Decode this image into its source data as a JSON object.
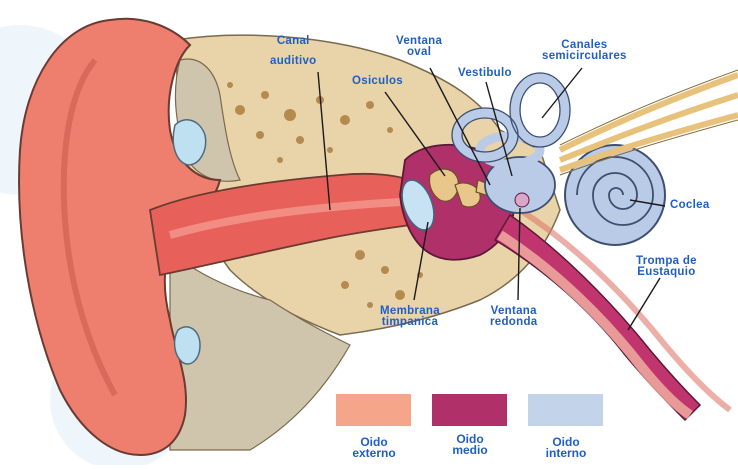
{
  "labels": {
    "canal": [
      "Canal",
      "auditivo"
    ],
    "osiculos": "Osiculos",
    "ventana_oval": [
      "Ventana",
      "oval"
    ],
    "vestibulo": "Vestibulo",
    "canales": [
      "Canales",
      "semicirculares"
    ],
    "coclea": "Coclea",
    "trompa": [
      "Trompa de",
      "Eustaquio"
    ],
    "ventana_redonda": [
      "Ventana",
      "redonda"
    ],
    "membrana": [
      "Membrana",
      "timpanica"
    ]
  },
  "legend": [
    {
      "lines": [
        "Oido",
        "externo"
      ],
      "color": "#f4a58a"
    },
    {
      "lines": [
        "Oido",
        "medio"
      ],
      "color": "#b0306a"
    },
    {
      "lines": [
        "Oido",
        "interno"
      ],
      "color": "#c3d3ea"
    }
  ],
  "colors": {
    "label": "#1f5fc4",
    "outer_ear": "#ee7f6e",
    "middle_ear": "#b0306a",
    "inner_ear": "#b9cbe6",
    "bone": "#e9d3a8",
    "tissue": "#cfc5ad"
  }
}
